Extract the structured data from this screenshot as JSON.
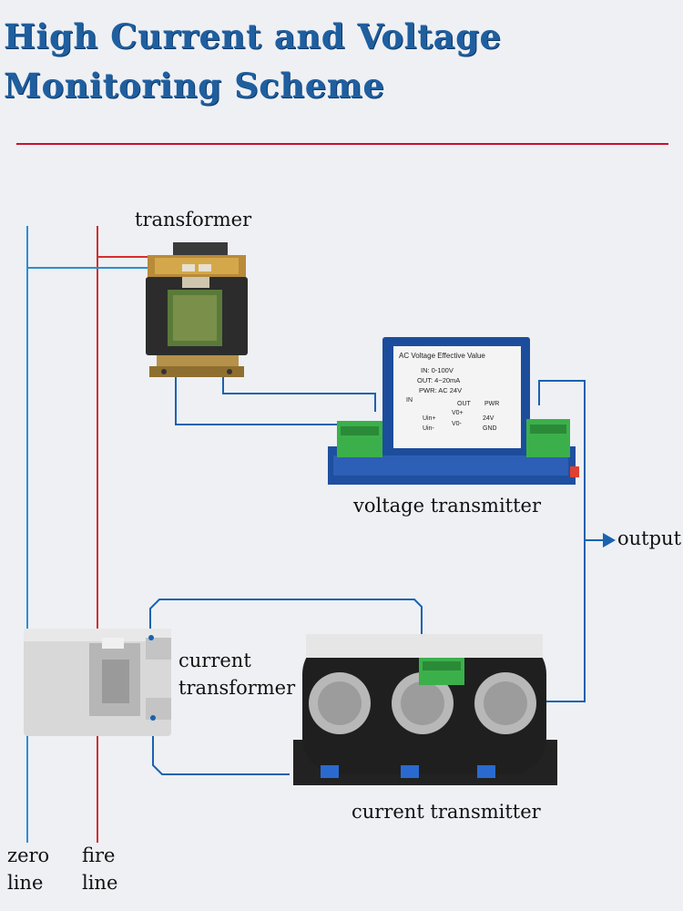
{
  "title": {
    "line1": "High Current and Voltage",
    "line2": "Monitoring Scheme"
  },
  "labels": {
    "transformer": "transformer",
    "voltage_transmitter": "voltage transmitter",
    "output": "output",
    "current_transformer_1": "current",
    "current_transformer_2": "transformer",
    "current_transmitter": "current transmitter",
    "zero_line_1": "zero",
    "zero_line_2": "line",
    "fire_line_1": "fire",
    "fire_line_2": "line"
  },
  "voltage_module": {
    "heading": "AC Voltage Effective Value",
    "in": "IN: 0-100V",
    "out": "OUT: 4~20mA",
    "pwr": "PWR: AC 24V",
    "in_label": "IN",
    "out_label": "OUT",
    "pwr_label": "PWR",
    "pin_uin_plus": "Uin+",
    "pin_uin_minus": "Uin-",
    "pin_v0_plus": "V0+",
    "pin_v0_minus": "V0-",
    "pin_24v": "24V",
    "pin_gnd": "GND"
  },
  "colors": {
    "title": "#1f5fa0",
    "separator": "#c8102e",
    "wire_blue": "#1a62b0",
    "fire_line": "#d62d2d",
    "zero_line": "#2a8fd0"
  }
}
